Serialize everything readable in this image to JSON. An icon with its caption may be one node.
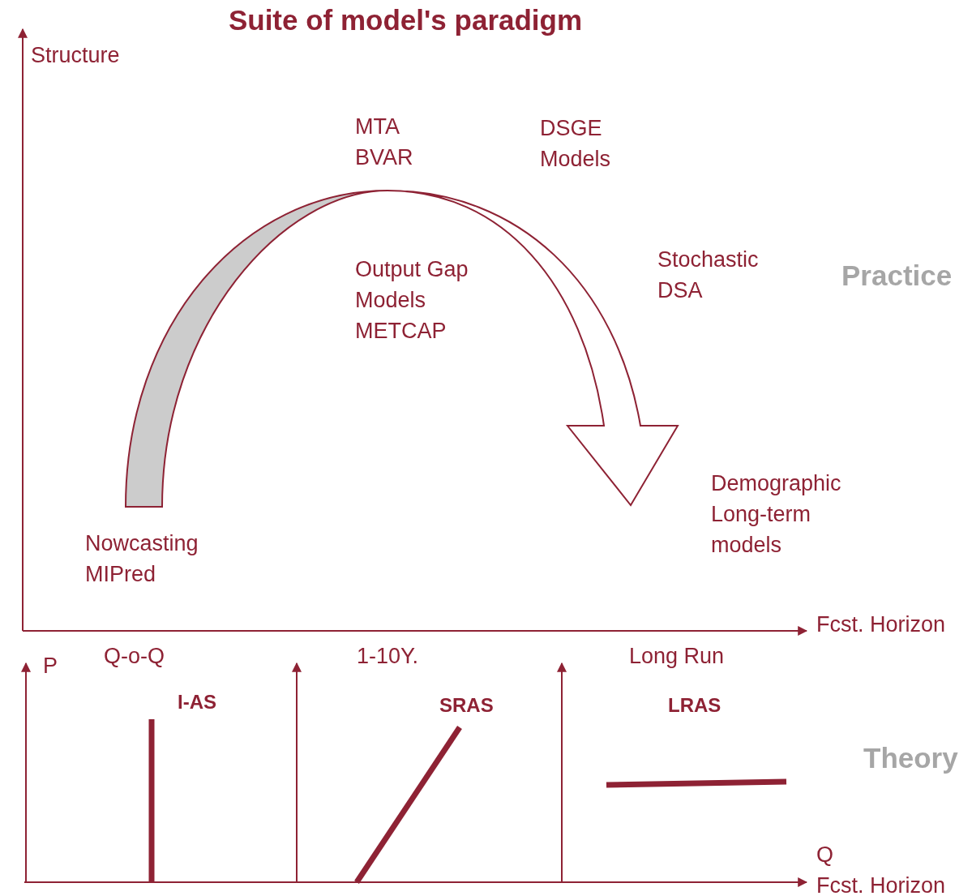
{
  "diagram": {
    "title": "Suite of model's paradigm",
    "labels": [
      "Structure",
      "MTA BVAR",
      "DSGE Models",
      "Output Gap Models METCAP",
      "Stochastic DSA",
      "Practice",
      "Demographic Long-term models",
      "Nowcasting MIPred",
      "Fcst. Horizon",
      "P",
      "Q-o-Q",
      "1-10Y.",
      "Long Run",
      "I-AS",
      "SRAS",
      "LRAS",
      "Theory",
      "Q",
      "Fcst. Horizon"
    ]
  }
}
